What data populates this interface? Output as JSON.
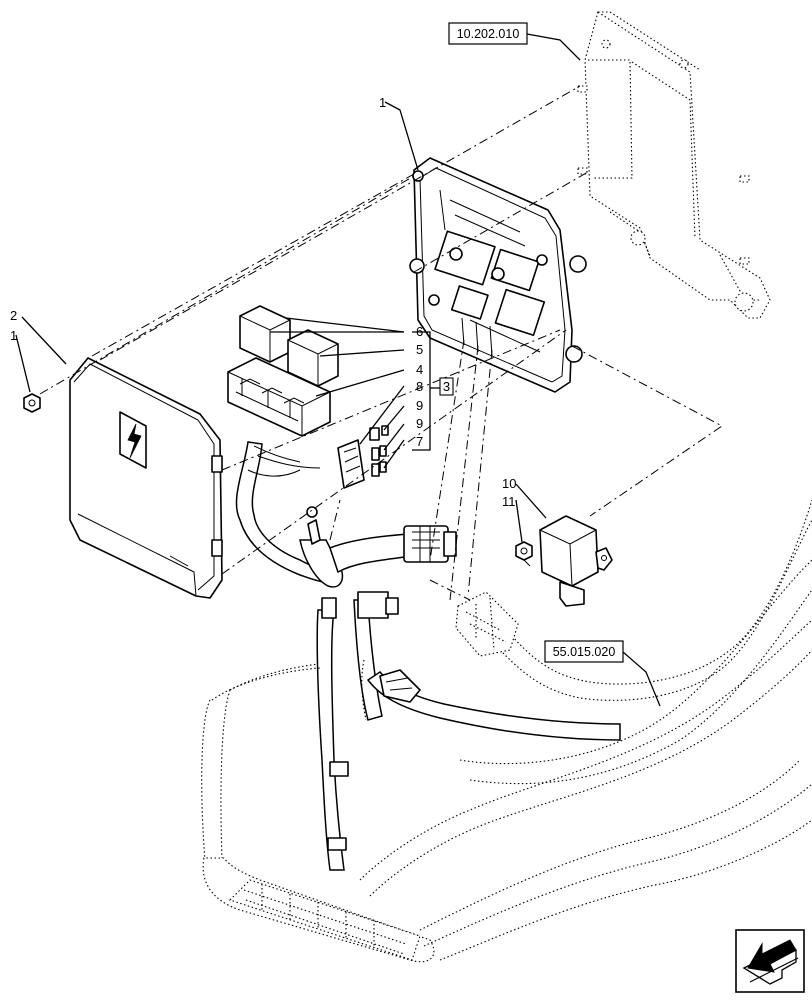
{
  "references": {
    "ref_top": "10.202.010",
    "ref_harness": "55.015.020"
  },
  "callouts": {
    "c1_top": "1",
    "c2": "2",
    "c1_left": "1",
    "c6": "6",
    "c5": "5",
    "c4": "4",
    "c8": "8",
    "c9a": "9",
    "c9b": "9",
    "c7": "7",
    "c3": "3",
    "c10": "10",
    "c11": "11"
  },
  "icons": {
    "lightning": "lightning-bolt-icon",
    "navigation": "view-direction-arrow-icon"
  }
}
